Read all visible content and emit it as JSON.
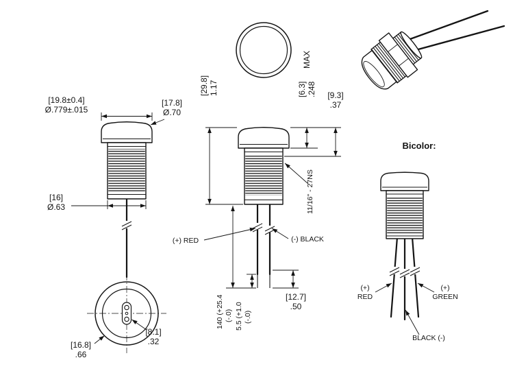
{
  "left_view": {
    "cap_od_mm": "[19.8±0.4]",
    "cap_od_in": "Ø.779±.015",
    "cap_face_mm": "[17.8]",
    "cap_face_in": "Ø.70",
    "body_od_mm": "[16]",
    "body_od_in": "Ø.63"
  },
  "bottom_view": {
    "base_mm": "[16.8]",
    "base_in": ".66",
    "terminal_mm": "[8.1]",
    "terminal_in": ".32"
  },
  "middle_view": {
    "height_mm": "[29.8]",
    "height_in": "1.17",
    "cap_h_mm": "[6.3]",
    "cap_h_in": ".248",
    "cap_h_max": "MAX",
    "bushing_mm": "[9.3]",
    "bushing_in": ".37",
    "thread_spec": "11/16\" - 27NS",
    "wire_pos": "(+) RED",
    "wire_neg": "(-) BLACK",
    "wire_len_a": "140 (+25.4",
    "wire_len_b": "(-.0)",
    "strip_a": "5.5 (+1.0",
    "strip_b": "(-.0)",
    "tip_mm": "[12.7]",
    "tip_in": ".50"
  },
  "bicolor": {
    "title": "Bicolor:",
    "red_sign": "(+)",
    "red": "RED",
    "green_sign": "(+)",
    "green": "GREEN",
    "black": "BLACK (-)"
  }
}
